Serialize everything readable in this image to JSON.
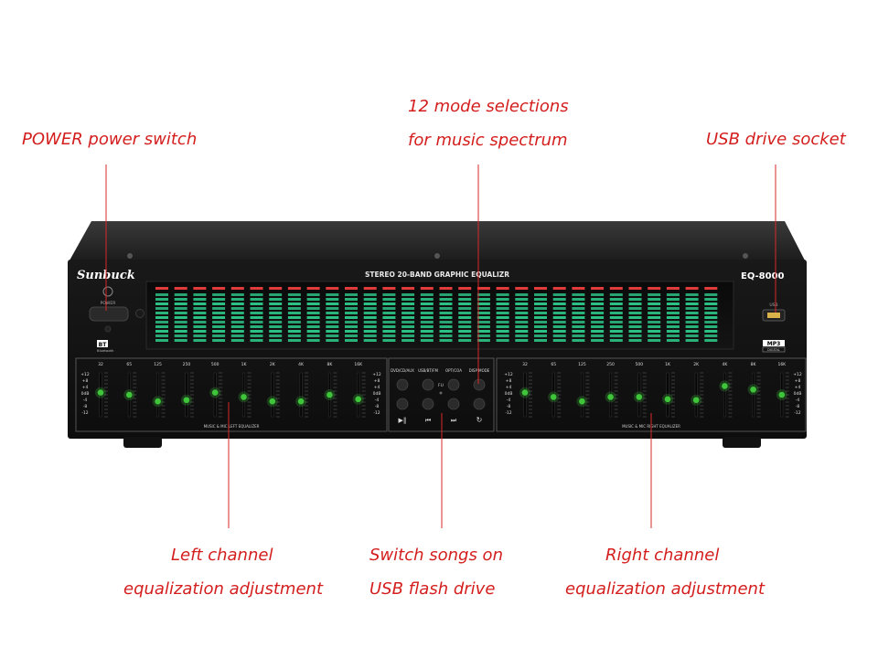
{
  "callouts": {
    "power": "POWER power switch",
    "mode_line1": "12 mode selections",
    "mode_line2": "for music spectrum",
    "usb": "USB drive socket",
    "left_line1": "Left channel",
    "left_line2": "equalization adjustment",
    "songs_line1": "Switch songs on",
    "songs_line2": "USB flash drive",
    "right_line1": "Right channel",
    "right_line2": "equalization adjustment"
  },
  "device": {
    "brand": "Sunbuck",
    "title": "STEREO 20-BAND GRAPHIC EQUALIZR",
    "model": "EQ-8000",
    "power_label": "POWER",
    "usb_label": "USB",
    "bt_label": "BT",
    "bt_sub": "Bluetooth",
    "mp3_label": "MP3",
    "mp3_sub": "DIGITAL",
    "left_eq_label": "MUSIC & MIC LEFT EQUALIZER",
    "right_eq_label": "MUSIC & MIC RIGHT EQUALIZER",
    "freqs": [
      "32",
      "65",
      "125",
      "250",
      "500",
      "1K",
      "2K",
      "4K",
      "8K",
      "16K"
    ],
    "scale": [
      "+12",
      "+8",
      "+4",
      "0dB",
      "-4",
      "-8",
      "-12"
    ],
    "inputs": [
      "DVD/CD/AUX",
      "USB/BT/FM",
      "OPT/COA",
      "DISP MODE"
    ],
    "indicator": "FU",
    "left_levels": [
      0.45,
      0.5,
      0.65,
      0.62,
      0.45,
      0.55,
      0.65,
      0.65,
      0.5,
      0.6
    ],
    "right_levels": [
      0.45,
      0.55,
      0.65,
      0.55,
      0.55,
      0.6,
      0.62,
      0.3,
      0.38,
      0.5
    ],
    "colors": {
      "accent": "#d41e1e",
      "led": "#3ec53a",
      "spectrum_green": "#2fcf8e",
      "spectrum_red": "#e23b3b"
    }
  }
}
